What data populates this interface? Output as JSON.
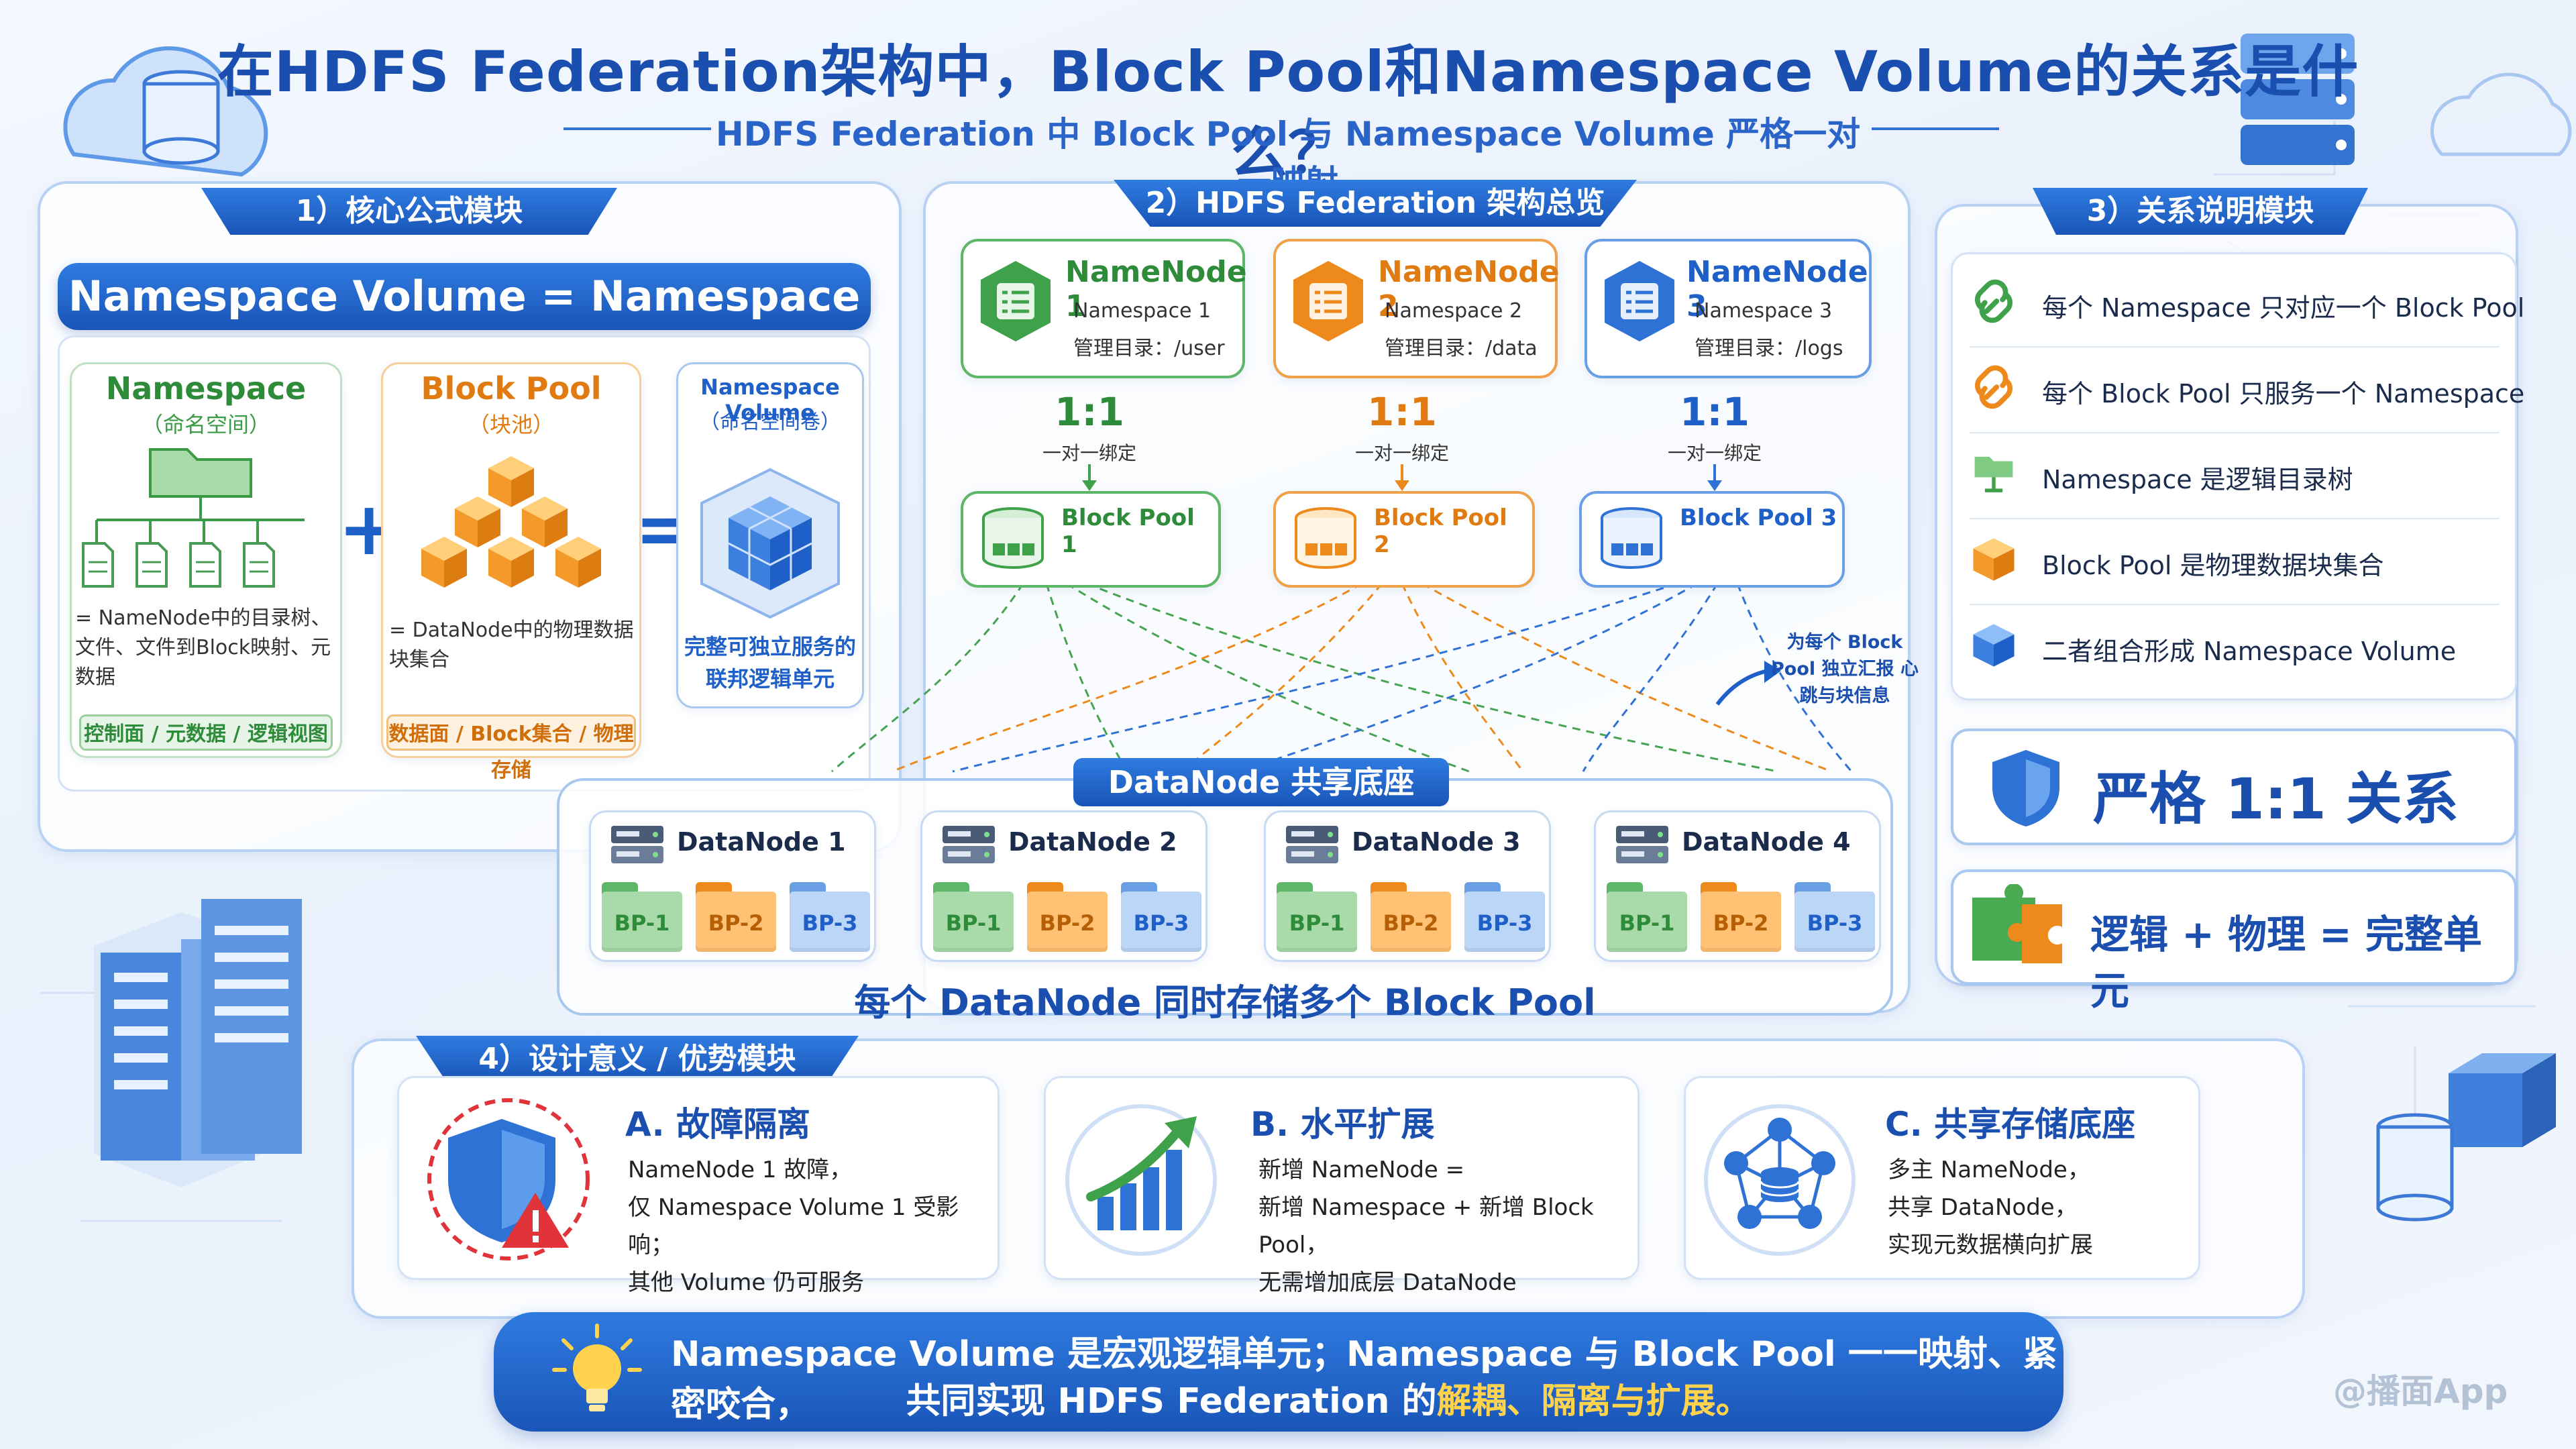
{
  "header": {
    "title": "在HDFS Federation架构中，Block Pool和Namespace Volume的关系是什么？",
    "subtitle": "HDFS Federation 中 Block Pool 与 Namespace Volume 严格一对一映射"
  },
  "section1": {
    "ribbon": "1）核心公式模块",
    "formula": "Namespace Volume = Namespace + Block Pool",
    "namespace": {
      "title": "Namespace",
      "sub": "（命名空间）",
      "desc": "= NameNode中的目录树、文件、文件到Block映射、元数据",
      "tag": "控制面 / 元数据 / 逻辑视图"
    },
    "plus": "+",
    "blockpool": {
      "title": "Block Pool",
      "sub": "（块池）",
      "desc": "= DataNode中的物理数据块集合",
      "tag": "数据面 / Block集合 / 物理存储"
    },
    "equals": "=",
    "volume": {
      "title": "Namespace Volume",
      "sub": "（命名空间卷）",
      "desc": "完整可独立服务的联邦逻辑单元"
    }
  },
  "section2": {
    "ribbon": "2）HDFS Federation 架构总览",
    "namenodes": [
      {
        "title": "NameNode 1",
        "ns": "Namespace 1",
        "dir": "管理目录：/user"
      },
      {
        "title": "NameNode 2",
        "ns": "Namespace 2",
        "dir": "管理目录：/data"
      },
      {
        "title": "NameNode 3",
        "ns": "Namespace 3",
        "dir": "管理目录：/logs"
      }
    ],
    "ratio": "1:1",
    "bind_label": "一对一绑定",
    "blockpools": [
      "Block Pool 1",
      "Block Pool 2",
      "Block Pool 3"
    ],
    "report_note": "为每个 Block Pool 独立汇报 心跳与块信息",
    "datanode_ribbon": "DataNode 共享底座",
    "datanodes": [
      "DataNode 1",
      "DataNode 2",
      "DataNode 3",
      "DataNode 4"
    ],
    "bp_labels": [
      "BP-1",
      "BP-2",
      "BP-3"
    ],
    "footer": "每个 DataNode 同时存储多个 Block Pool"
  },
  "section3": {
    "ribbon": "3）关系说明模块",
    "items": [
      {
        "icon": "link-icon",
        "text": "每个 Namespace 只对应一个 Block Pool"
      },
      {
        "icon": "link-orange-icon",
        "text": "每个 Block Pool 只服务一个 Namespace"
      },
      {
        "icon": "folder-tree-icon",
        "text": "Namespace 是逻辑目录树"
      },
      {
        "icon": "cube-orange-icon",
        "text": "Block Pool 是物理数据块集合"
      },
      {
        "icon": "cube-blue-icon",
        "text": "二者组合形成 Namespace Volume"
      }
    ],
    "strict": "严格 1:1 关系",
    "combine": "逻辑 + 物理 = 完整单元"
  },
  "section4": {
    "ribbon": "4）设计意义 / 优势模块",
    "cards": [
      {
        "title": "A. 故障隔离",
        "lines": [
          "NameNode 1 故障，",
          "仅 Namespace Volume 1 受影响；",
          "其他 Volume 仍可服务"
        ]
      },
      {
        "title": "B. 水平扩展",
        "lines": [
          "新增 NameNode =",
          "新增 Namespace + 新增 Block Pool，",
          "无需增加底层 DataNode"
        ]
      },
      {
        "title": "C. 共享存储底座",
        "lines": [
          "多主 NameNode，",
          "共享 DataNode，",
          "实现元数据横向扩展"
        ]
      }
    ]
  },
  "summary": {
    "line1": "Namespace Volume 是宏观逻辑单元；Namespace 与 Block Pool 一一映射、紧密咬合，",
    "line2_prefix": "共同实现 HDFS Federation 的",
    "line2_highlight": "解耦、隔离与扩展。"
  },
  "watermark": "@播面App",
  "colors": {
    "green": "#3fa14a",
    "orange": "#ee8a1c",
    "blue": "#2f72d6",
    "navy": "#1a4fb0"
  }
}
